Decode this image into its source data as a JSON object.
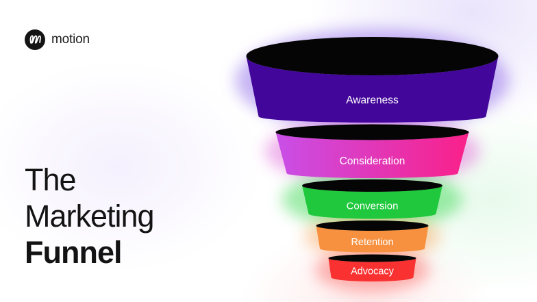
{
  "brand": {
    "wordmark": "motion"
  },
  "title": {
    "line1": "The",
    "line2": "Marketing",
    "line3": "Funnel"
  },
  "funnel": {
    "opening_color": "#050505",
    "label_color": "#FFFFFF",
    "stages": [
      {
        "label": "Awareness",
        "color": "#42079A",
        "glow": "#8F6BE9"
      },
      {
        "label": "Consideration",
        "color_left": "#C84FE8",
        "color_right": "#FA2089",
        "glow": "#DE5ED6"
      },
      {
        "label": "Conversion",
        "color": "#1FC83C",
        "glow": "#3FD957"
      },
      {
        "label": "Retention",
        "color": "#F79140",
        "glow": "#F9A254"
      },
      {
        "label": "Advocacy",
        "color": "#F93131",
        "glow": "#F96A66"
      }
    ]
  }
}
